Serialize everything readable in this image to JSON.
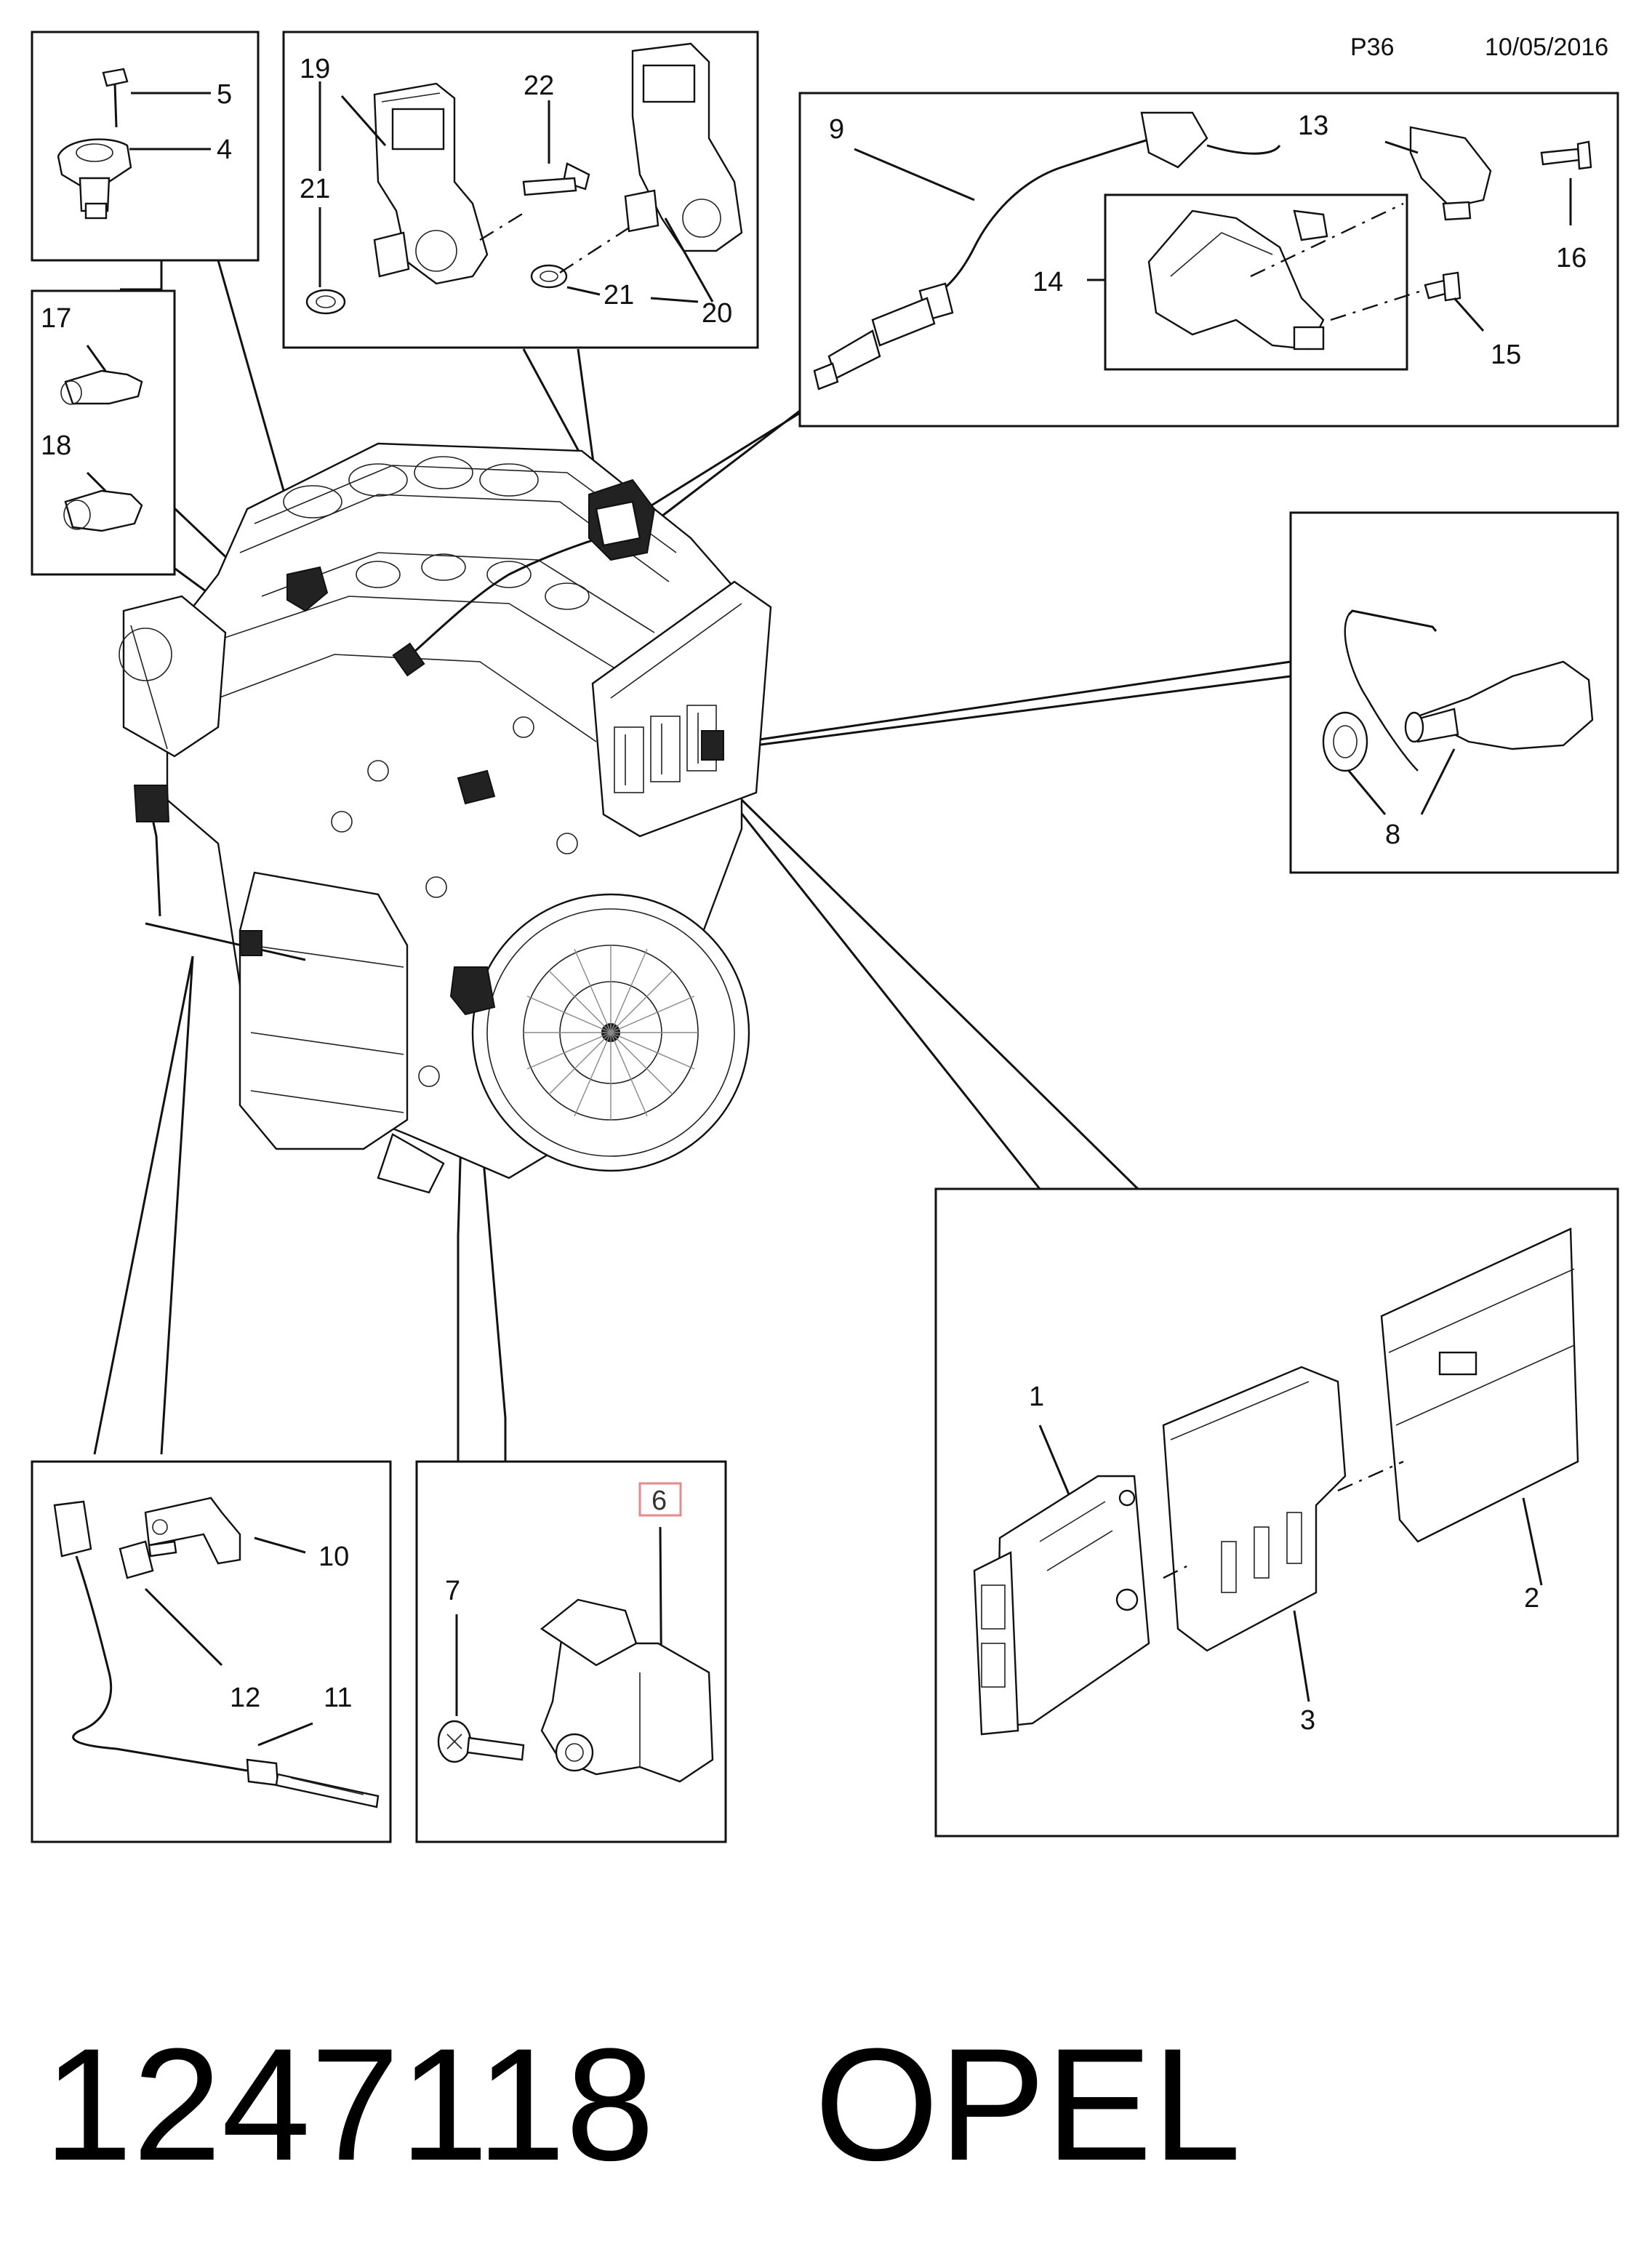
{
  "header": {
    "page_code": "P36",
    "date": "10/05/2016"
  },
  "footer": {
    "part_number": "1247118",
    "brand": "OPEL"
  },
  "callouts": {
    "c1": "1",
    "c2": "2",
    "c3": "3",
    "c4": "4",
    "c5": "5",
    "c6": "6",
    "c7": "7",
    "c8": "8",
    "c9": "9",
    "c10": "10",
    "c11": "11",
    "c12": "12",
    "c13": "13",
    "c14": "14",
    "c15": "15",
    "c16": "16",
    "c17": "17",
    "c18": "18",
    "c19": "19",
    "c20": "20",
    "c21a": "21",
    "c21b": "21",
    "c22": "22"
  },
  "highlighted_callout": "6",
  "highlight_color": "#e88a8a"
}
